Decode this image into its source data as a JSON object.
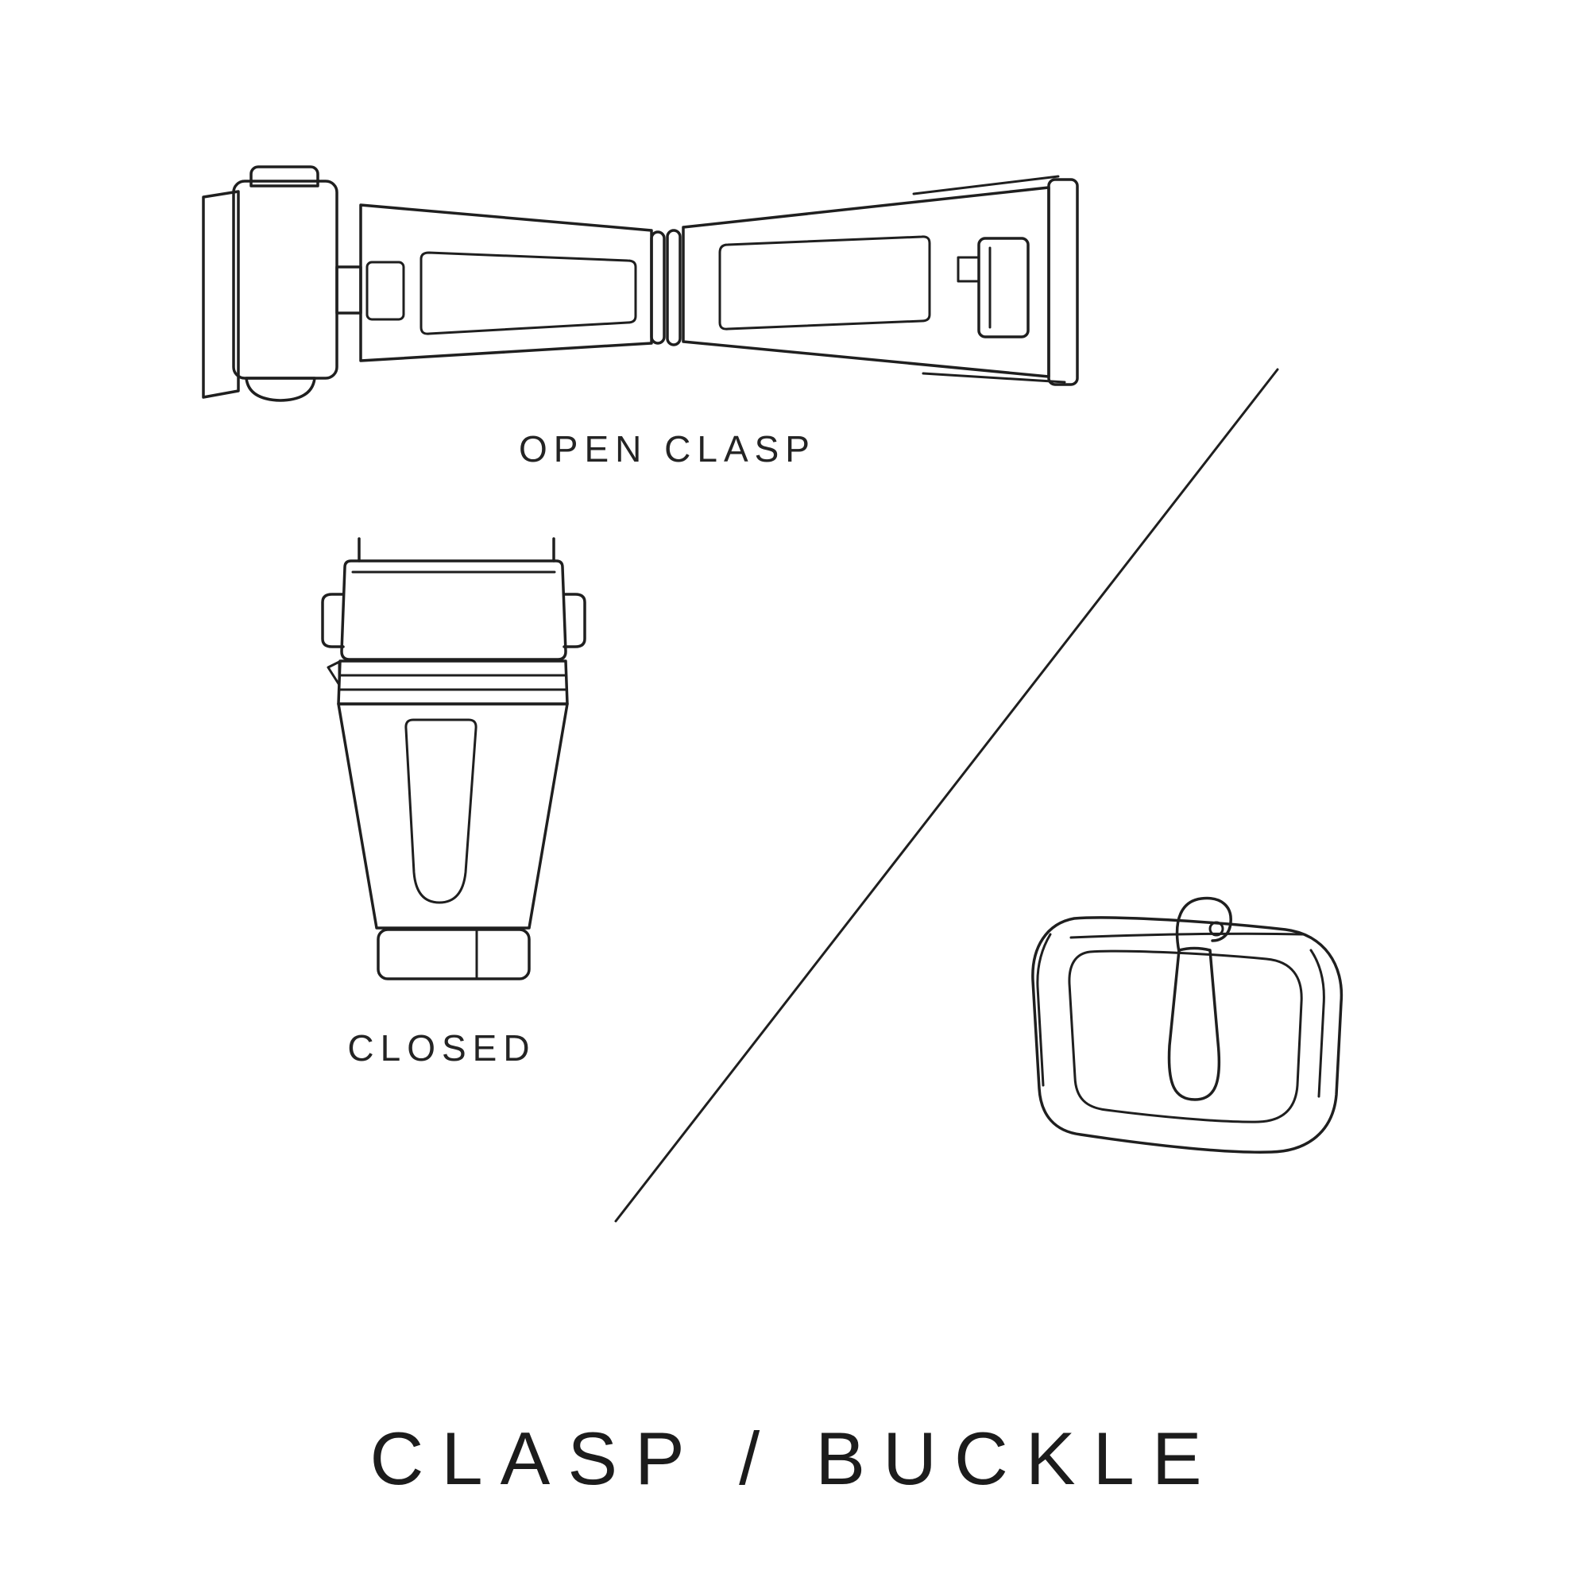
{
  "page": {
    "background": "#ffffff",
    "line_color": "#1f1f1f",
    "title": "CLASP / BUCKLE"
  },
  "labels": {
    "open_clasp": "OPEN CLASP",
    "closed": "CLOSED"
  },
  "illustrations": [
    {
      "name": "open-clasp-drawing"
    },
    {
      "name": "closed-clasp-drawing"
    },
    {
      "name": "pin-buckle-drawing"
    },
    {
      "name": "diagonal-divider-line"
    }
  ]
}
